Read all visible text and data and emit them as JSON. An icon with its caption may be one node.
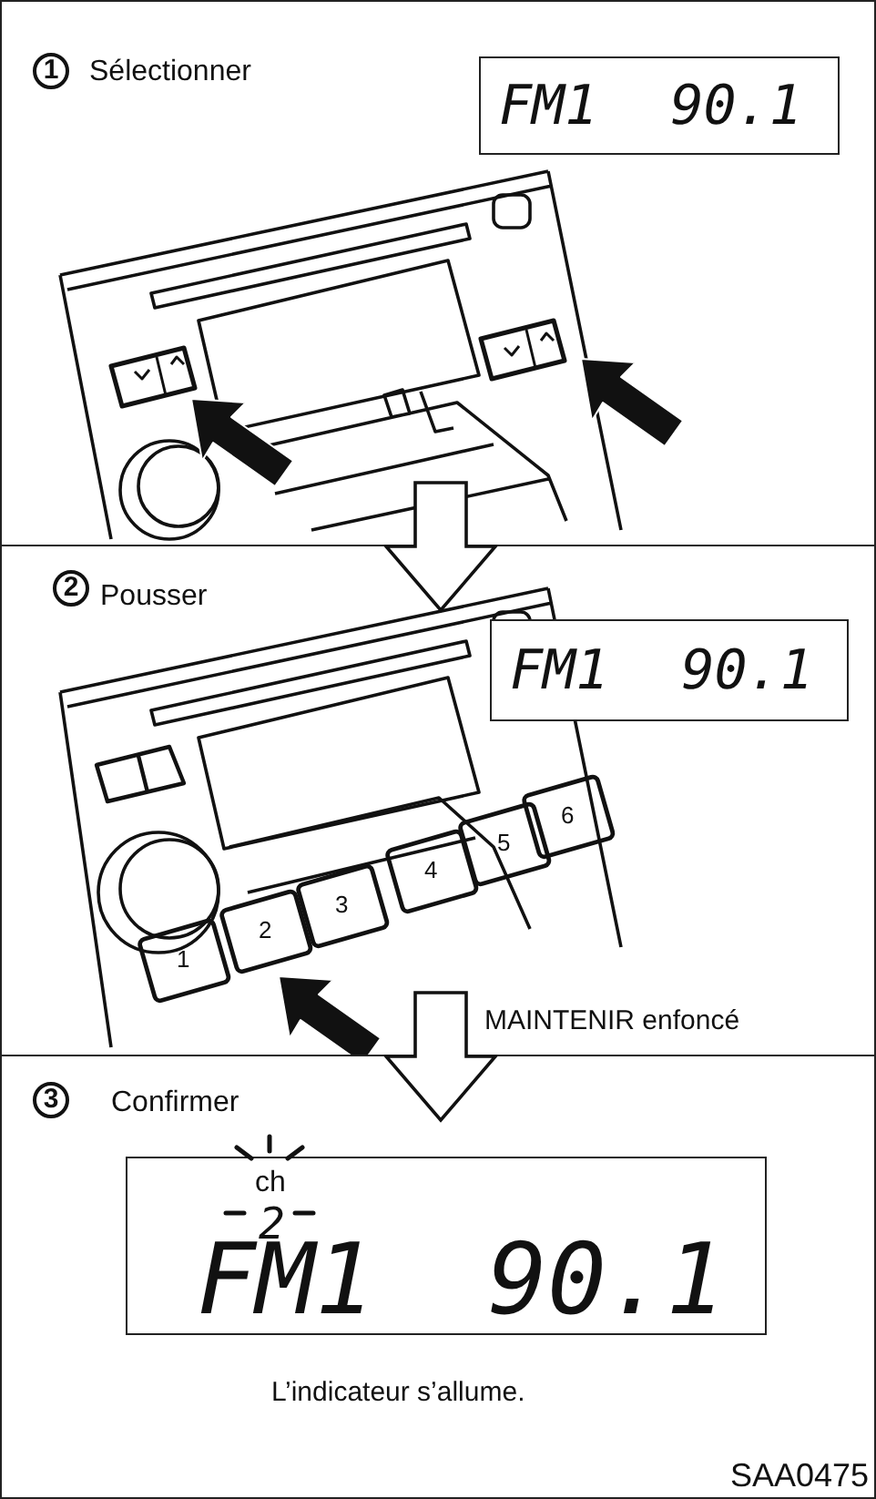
{
  "diagram": {
    "nodes": [
      {
        "text": [
          "1",
          "Sélectionner"
        ]
      },
      {
        "text": [
          "FM1 90.1"
        ],
        "in": 0
      },
      {
        "text": [
          "2",
          "Pousser",
          "MAINTENIR enfoncé"
        ]
      },
      {
        "text": [
          "FM1 90.1"
        ],
        "in": 2
      },
      {
        "text": [
          "3",
          "Confirmer",
          "L’indicateur s’allume."
        ]
      },
      {
        "text": [
          "ch",
          "2",
          "FM1 90.1"
        ],
        "in": 4
      }
    ],
    "edges": [
      {
        "from": 0,
        "to": 2,
        "arrow": "to"
      },
      {
        "from": 2,
        "to": 4,
        "arrow": "to"
      }
    ],
    "labels": [
      "1",
      "2",
      "3",
      "4",
      "5",
      "6",
      "SAA0475"
    ]
  }
}
